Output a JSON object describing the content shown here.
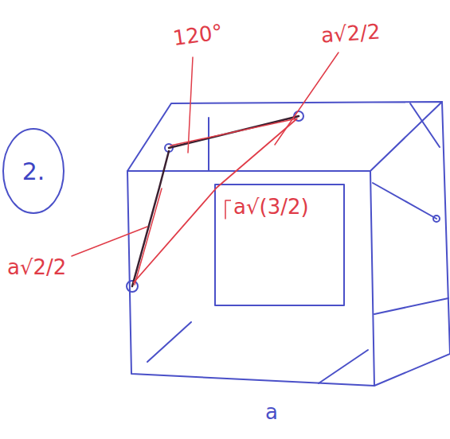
{
  "diagram": {
    "nodes": [
      {
        "text": [
          "2."
        ]
      }
    ],
    "labels": [
      "120°",
      "a√2/2",
      "a√2/2",
      "a√(3/2)",
      "a"
    ]
  }
}
